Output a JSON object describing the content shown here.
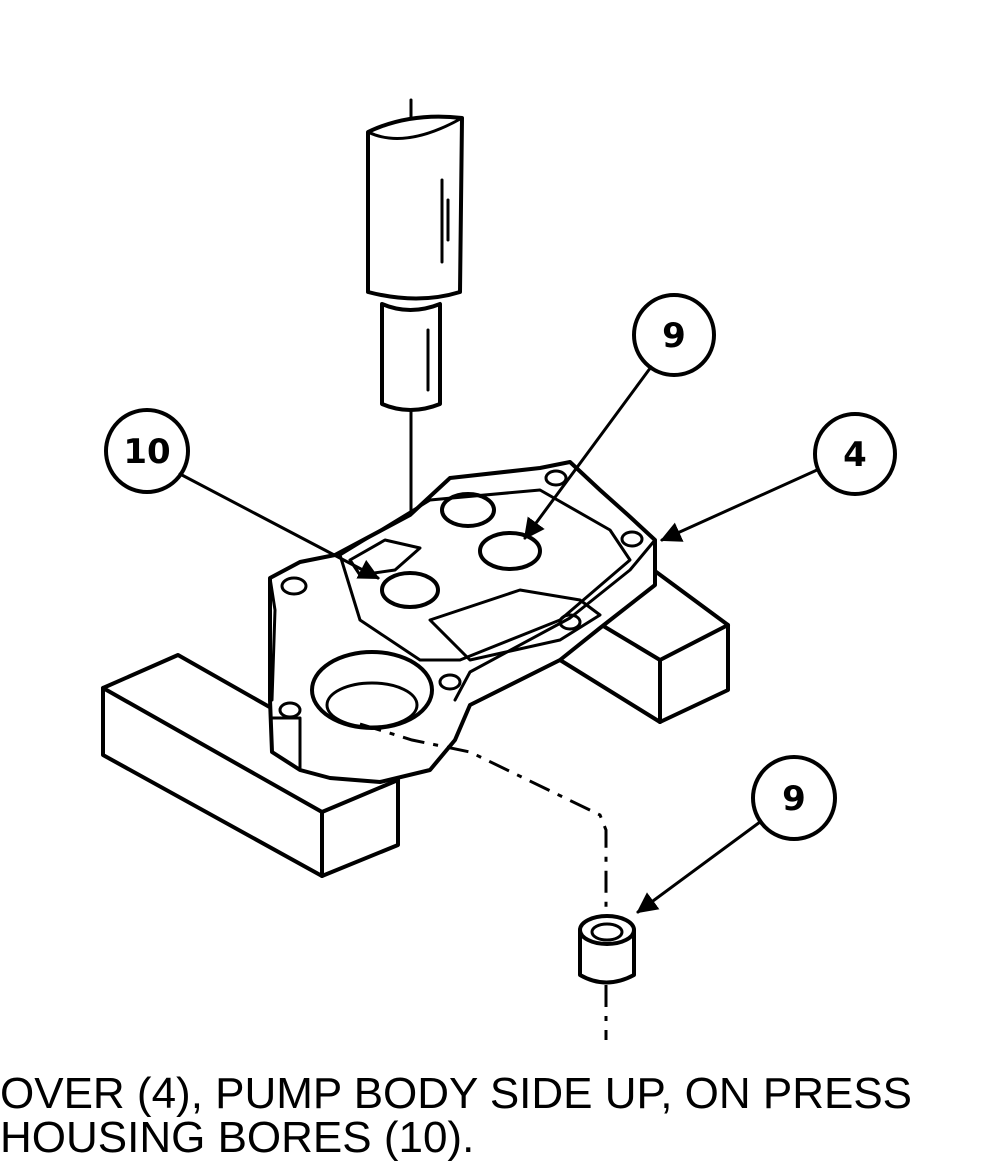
{
  "callouts": [
    {
      "label": "9"
    },
    {
      "label": "10"
    },
    {
      "label": "4"
    },
    {
      "label": "9"
    }
  ],
  "caption": {
    "line1": "OVER (4), PUMP BODY   SIDE UP, ON PRESS",
    "line2": "HOUSING BORES (10)."
  }
}
